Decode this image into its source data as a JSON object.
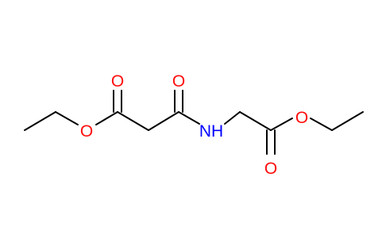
{
  "molecule": {
    "atoms": [
      {
        "id": "carbonyl-oxygen-left",
        "label": "O",
        "color": "#ff0d0d"
      },
      {
        "id": "carbonyl-oxygen-amide",
        "label": "O",
        "color": "#ff0d0d"
      },
      {
        "id": "ester-oxygen-left",
        "label": "O",
        "color": "#ff0d0d"
      },
      {
        "id": "amide-nitrogen",
        "label": "NH",
        "color": "#0000ff"
      },
      {
        "id": "ester-oxygen-right",
        "label": "O",
        "color": "#ff0d0d"
      },
      {
        "id": "carbonyl-oxygen-right",
        "label": "O",
        "color": "#ff0d0d"
      }
    ]
  },
  "colors": {
    "bond": "#000000",
    "oxygen": "#ff0d0d",
    "nitrogen": "#0000ff",
    "background": "#ffffff"
  }
}
